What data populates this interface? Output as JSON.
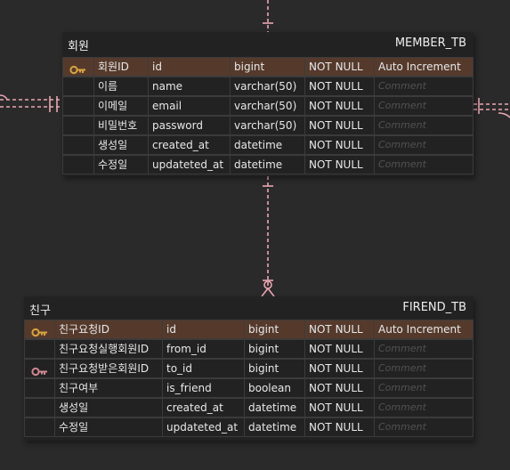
{
  "colors": {
    "background": "#2b2a2b",
    "table_bg": "#232223",
    "pk_row": "#553a2c",
    "pk_key": "#d9a441",
    "fk_key": "#d08892",
    "connector": "#e9a7b2",
    "comment_placeholder": "#525152"
  },
  "member_table": {
    "logical_name": "회원",
    "physical_name": "MEMBER_TB",
    "rows": [
      {
        "key": "pk",
        "key_icon": "key-icon",
        "logical": "회원ID",
        "physical": "id",
        "type": "bigint",
        "nullable": "NOT NULL",
        "comment": "Auto Increment"
      },
      {
        "key": "",
        "logical": "이름",
        "physical": "name",
        "type": "varchar(50)",
        "nullable": "NOT NULL",
        "comment": "Comment"
      },
      {
        "key": "",
        "logical": "이메일",
        "physical": "email",
        "type": "varchar(50)",
        "nullable": "NOT NULL",
        "comment": "Comment"
      },
      {
        "key": "",
        "logical": "비밀번호",
        "physical": "password",
        "type": "varchar(50)",
        "nullable": "NOT NULL",
        "comment": "Comment"
      },
      {
        "key": "",
        "logical": "생성일",
        "physical": "created_at",
        "type": "datetime",
        "nullable": "NOT NULL",
        "comment": "Comment"
      },
      {
        "key": "",
        "logical": "수정일",
        "physical": "updateted_at",
        "type": "datetime",
        "nullable": "NOT NULL",
        "comment": "Comment"
      }
    ]
  },
  "friend_table": {
    "logical_name": "친구",
    "physical_name": "FIREND_TB",
    "rows": [
      {
        "key": "pk",
        "key_icon": "key-icon",
        "logical": "친구요청ID",
        "physical": "id",
        "type": "bigint",
        "nullable": "NOT NULL",
        "comment": "Auto Increment"
      },
      {
        "key": "",
        "logical": "친구요청실행회원ID",
        "physical": "from_id",
        "type": "bigint",
        "nullable": "NOT NULL",
        "comment": "Comment"
      },
      {
        "key": "fk",
        "key_icon": "foreign-key-icon",
        "logical": "친구요청받은회원ID",
        "physical": "to_id",
        "type": "bigint",
        "nullable": "NOT NULL",
        "comment": "Comment"
      },
      {
        "key": "",
        "logical": "친구여부",
        "physical": "is_friend",
        "type": "boolean",
        "nullable": "NOT NULL",
        "comment": "Comment"
      },
      {
        "key": "",
        "logical": "생성일",
        "physical": "created_at",
        "type": "datetime",
        "nullable": "NOT NULL",
        "comment": "Comment"
      },
      {
        "key": "",
        "logical": "수정일",
        "physical": "updateted_at",
        "type": "datetime",
        "nullable": "NOT NULL",
        "comment": "Comment"
      }
    ]
  }
}
